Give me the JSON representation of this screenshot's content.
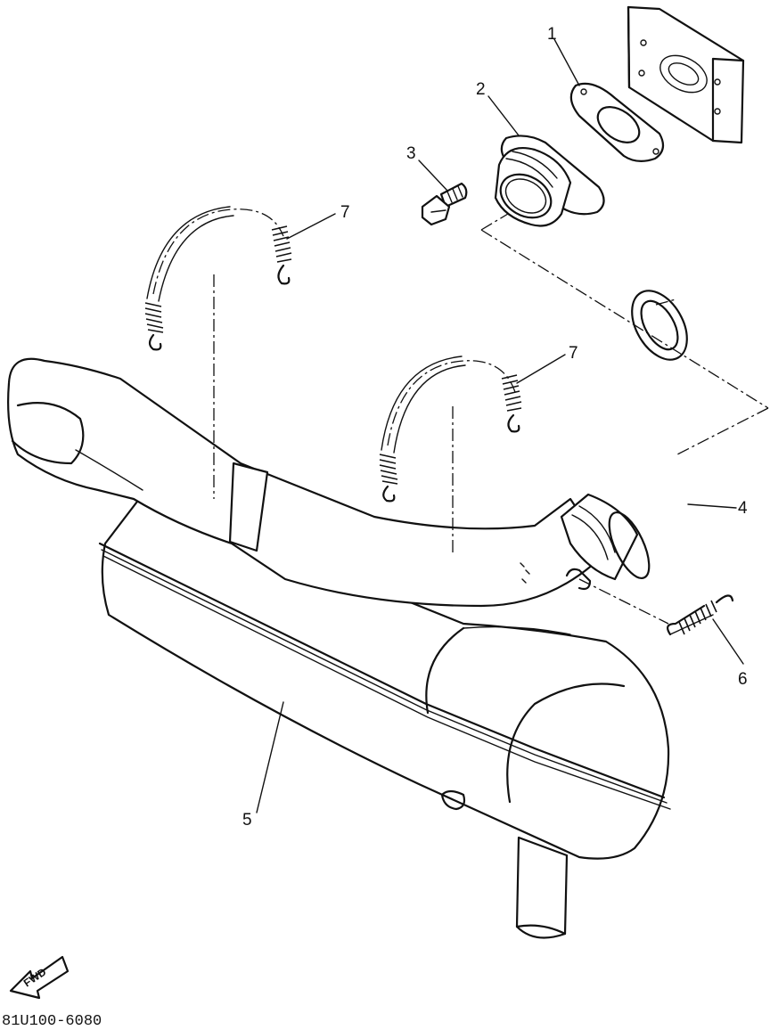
{
  "diagram": {
    "callouts": {
      "c1": "1",
      "c2": "2",
      "c3": "3",
      "c4": "4",
      "c5": "5",
      "c6": "6",
      "c7a": "7",
      "c7b": "7"
    },
    "fwd_label": "FWD",
    "figure_code": "81U100-6080"
  }
}
